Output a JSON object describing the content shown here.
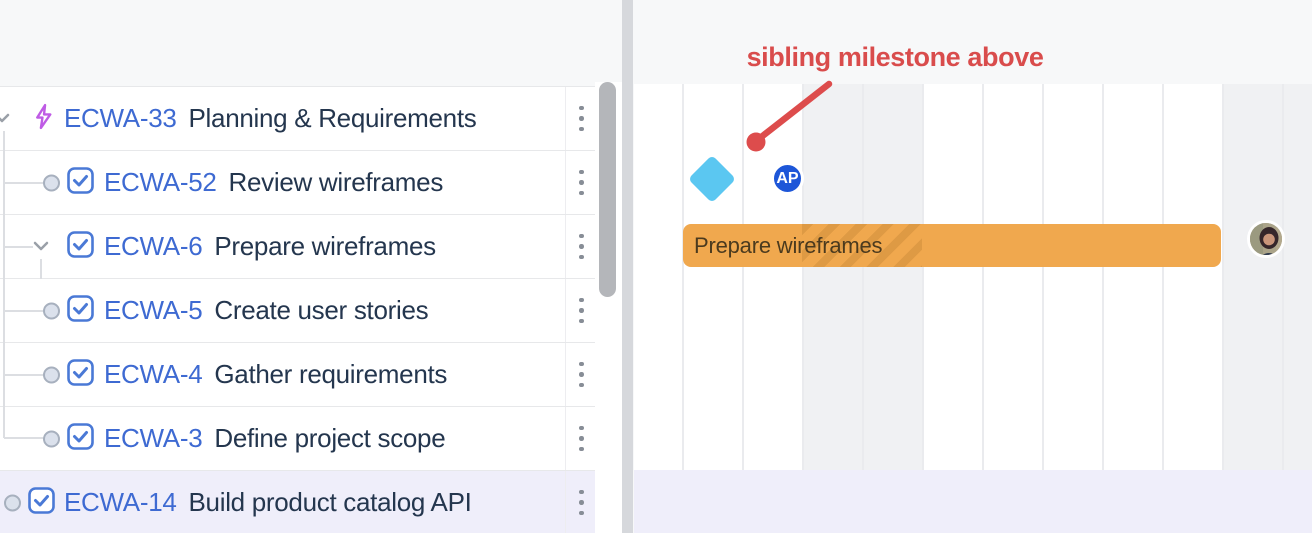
{
  "annotation": {
    "label": "sibling milestone above",
    "color": "#d94c4c"
  },
  "tasks": {
    "rows": [
      {
        "key": "ECWA-33",
        "summary": "Planning & Requirements",
        "type": "epic",
        "state": "expanded"
      },
      {
        "key": "ECWA-52",
        "summary": "Review wireframes",
        "type": "task",
        "state": "leaf"
      },
      {
        "key": "ECWA-6",
        "summary": "Prepare wireframes",
        "type": "task",
        "state": "expanded"
      },
      {
        "key": "ECWA-5",
        "summary": "Create user stories",
        "type": "task",
        "state": "leaf"
      },
      {
        "key": "ECWA-4",
        "summary": "Gather requirements",
        "type": "task",
        "state": "leaf"
      },
      {
        "key": "ECWA-3",
        "summary": "Define project scope",
        "type": "task",
        "state": "leaf"
      },
      {
        "key": "ECWA-14",
        "summary": "Build product catalog API",
        "type": "task",
        "state": "leaf",
        "selected": true
      }
    ]
  },
  "timeline": {
    "bar_label": "Prepare wireframes",
    "bar_color": "#f0a84e",
    "milestone_color": "#5bc7f1",
    "avatar_initials": "AP",
    "avatar_color": "#1d56d8",
    "selected_row_color": "#efeefa",
    "weekend_color": "#f0f1f3"
  },
  "colors": {
    "key_text": "#3e6ad2",
    "summary_text": "#24364e",
    "epic_icon": "#bf5be5",
    "task_icon": "#4a79d6"
  }
}
